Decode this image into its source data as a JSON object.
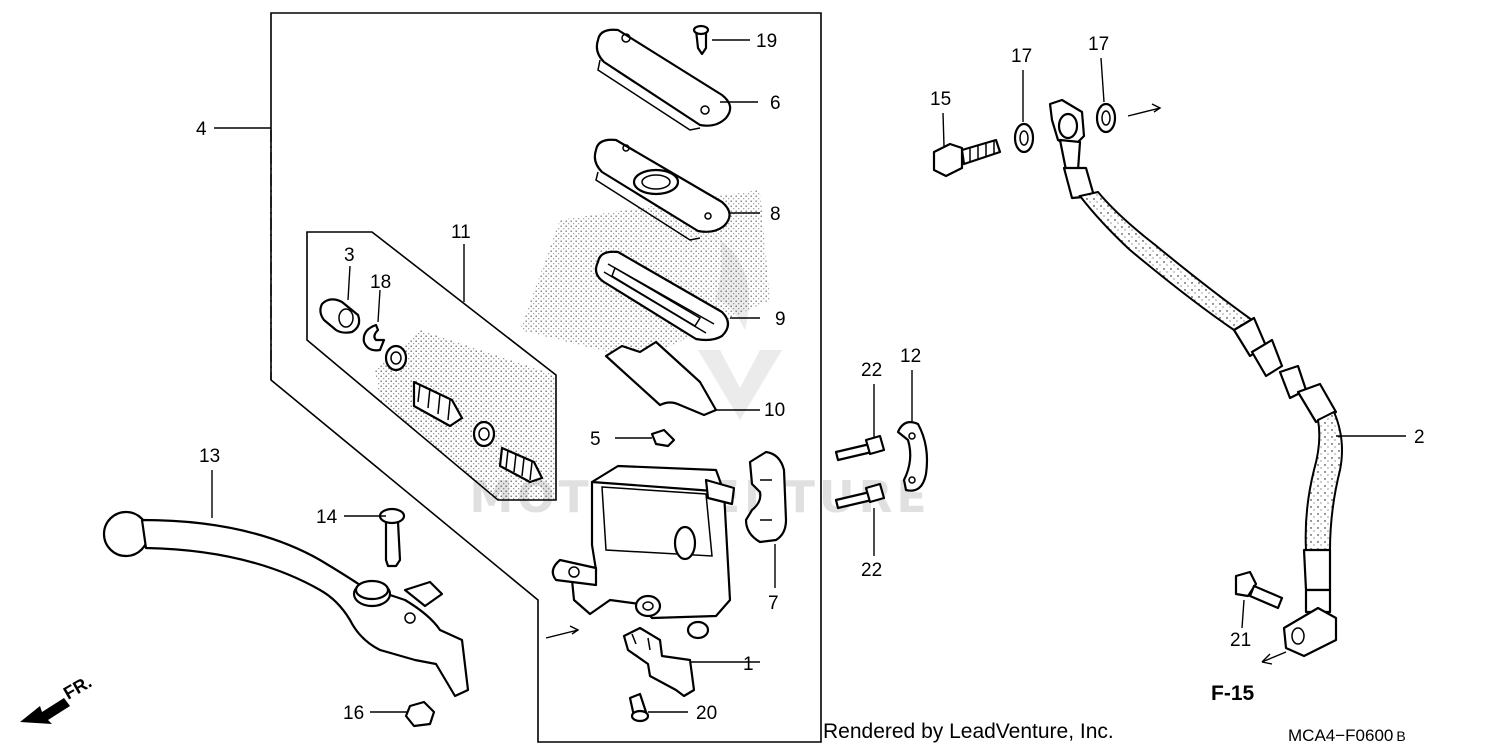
{
  "diagram": {
    "callouts": {
      "c1": "1",
      "c2": "2",
      "c3": "3",
      "c4": "4",
      "c5": "5",
      "c6": "6",
      "c7": "7",
      "c8": "8",
      "c9": "9",
      "c10": "10",
      "c11": "11",
      "c12": "12",
      "c13": "13",
      "c14": "14",
      "c15": "15",
      "c16": "16",
      "c17a": "17",
      "c17b": "17",
      "c18": "18",
      "c19": "19",
      "c20": "20",
      "c21": "21",
      "c22a": "22",
      "c22b": "22"
    },
    "direction_label": "FR.",
    "section_ref": "F-15",
    "credit": "Rendered by LeadVenture, Inc.",
    "diagram_code": "MCA4−F0600",
    "diagram_code_suffix": "B",
    "watermark": "MOTORVENTURE"
  }
}
